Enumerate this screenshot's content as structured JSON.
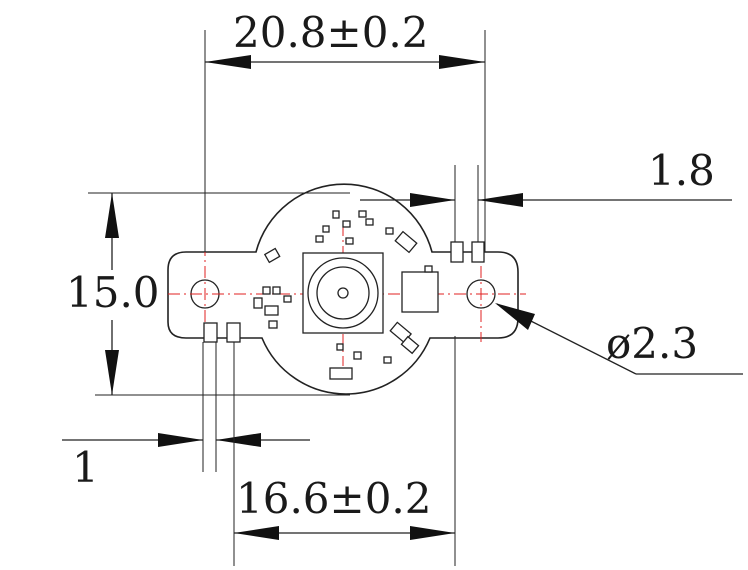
{
  "drawing": {
    "colors": {
      "line": "#222222",
      "centerline": "#e02020",
      "background": "#ffffff"
    },
    "dimensions": {
      "overall_width": "20.8±0.2",
      "height": "15.0",
      "pad_width_right": "1.8",
      "pad_width_left": "1",
      "hole_spacing": "16.6±0.2",
      "hole_diameter": "ø2.3"
    }
  }
}
